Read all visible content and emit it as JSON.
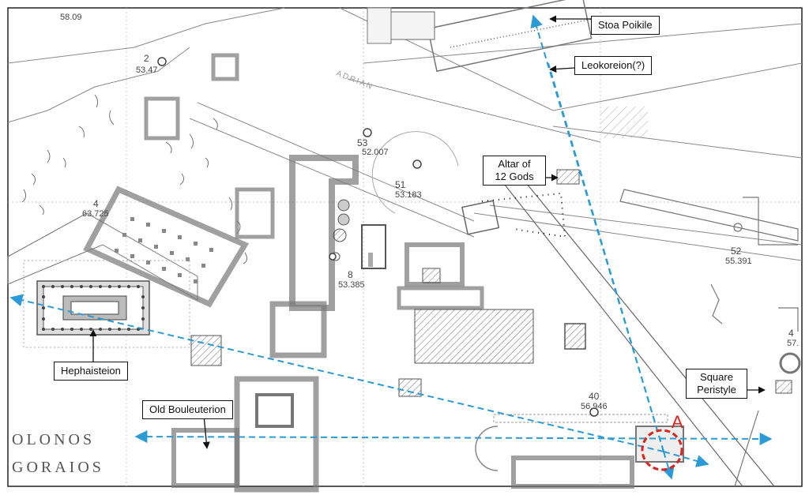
{
  "labels": {
    "stoa_poikile": "Stoa Poikile",
    "leokoreion": "Leokoreion(?)",
    "altar_line1": "Altar of",
    "altar_line2": "12 Gods",
    "hephaisteion": "Hephaisteion",
    "old_bouleuterion": "Old Bouleuterion",
    "square_line1": "Square",
    "square_line2": "Peristyle",
    "point_a": "A"
  },
  "background_text": {
    "kolonos_line1": "OLONOS",
    "kolonos_line2": "GORAIOS",
    "street": "ADRIAN"
  },
  "elevations": {
    "e_58_09": "58.09",
    "n2": "2",
    "e_53_47": "53.47",
    "n53": "53",
    "e_52_007": "52.007",
    "n51": "51",
    "e_53_183": "53.183",
    "n4": "4",
    "e_63_725": "63.725",
    "n8": "8",
    "e_53_385": "53.385",
    "n52": "52",
    "e_55_391": "55.391",
    "n40": "40",
    "e_56_946": "56.946",
    "n4b": "4",
    "e_57": "57."
  },
  "colors": {
    "sightline": "#2a9bd6",
    "marker": "#e0201b",
    "ink": "#111111",
    "plan": "#7a7a7a"
  }
}
